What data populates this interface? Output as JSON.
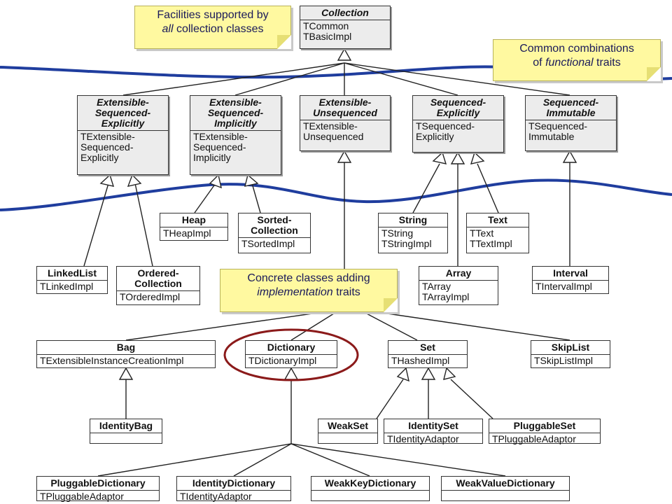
{
  "notes": {
    "facilities": {
      "pre": "Facilities supported by",
      "em": "all",
      "post": " collection classes"
    },
    "combinations": {
      "pre": "Common combinations",
      "line2pre": "of ",
      "em": "functional",
      "post": " traits"
    },
    "concrete": {
      "pre": "Concrete classes adding",
      "em": "implementation",
      "post": " traits"
    }
  },
  "classes": {
    "collection": {
      "name": "Collection",
      "traits": "TCommon\nTBasicImpl"
    },
    "ext_seq_exp": {
      "name": "Extensible-\nSequenced-\nExplicitly",
      "traits": "TExtensible-\nSequenced-\nExplicitly"
    },
    "ext_seq_imp": {
      "name": "Extensible-\nSequenced-\nImplicitly",
      "traits": "TExtensible-\nSequenced-\nImplicitly"
    },
    "ext_unseq": {
      "name": "Extensible-\nUnsequenced",
      "traits": "TExtensible-\nUnsequenced"
    },
    "seq_exp": {
      "name": "Sequenced-\nExplicitly",
      "traits": "TSequenced-\nExplicitly"
    },
    "seq_imm": {
      "name": "Sequenced-\nImmutable",
      "traits": "TSequenced-\nImmutable"
    },
    "heap": {
      "name": "Heap",
      "traits": "THeapImpl"
    },
    "sorted": {
      "name": "Sorted-\nCollection",
      "traits": "TSortedImpl"
    },
    "string": {
      "name": "String",
      "traits": "TString\nTStringImpl"
    },
    "text": {
      "name": "Text",
      "traits": "TText\nTTextImpl"
    },
    "linkedlist": {
      "name": "LinkedList",
      "traits": "TLinkedImpl"
    },
    "ordered": {
      "name": "Ordered-\nCollection",
      "traits": "TOrderedImpl"
    },
    "array": {
      "name": "Array",
      "traits": "TArray\nTArrayImpl"
    },
    "interval": {
      "name": "Interval",
      "traits": "TIntervalImpl"
    },
    "bag": {
      "name": "Bag",
      "traits": "TExtensibleInstanceCreationImpl"
    },
    "dictionary": {
      "name": "Dictionary",
      "traits": "TDictionaryImpl"
    },
    "set": {
      "name": "Set",
      "traits": "THashedImpl"
    },
    "skiplist": {
      "name": "SkipList",
      "traits": "TSkipListImpl"
    },
    "identitybag": {
      "name": "IdentityBag",
      "traits": ""
    },
    "weakset": {
      "name": "WeakSet",
      "traits": ""
    },
    "identityset": {
      "name": "IdentitySet",
      "traits": "TIdentityAdaptor"
    },
    "pluggableset": {
      "name": "PluggableSet",
      "traits": "TPluggableAdaptor"
    },
    "pluggabledict": {
      "name": "PluggableDictionary",
      "traits": "TPluggableAdaptor"
    },
    "identitydict": {
      "name": "IdentityDictionary",
      "traits": "TIdentityAdaptor"
    },
    "weakkeydict": {
      "name": "WeakKeyDictionary",
      "traits": ""
    },
    "weakvaluedict": {
      "name": "WeakValueDictionary",
      "traits": ""
    }
  },
  "colors": {
    "divider": "#1f3d9e",
    "highlight": "#8b1a1a",
    "note_bg": "#fff9a0"
  }
}
